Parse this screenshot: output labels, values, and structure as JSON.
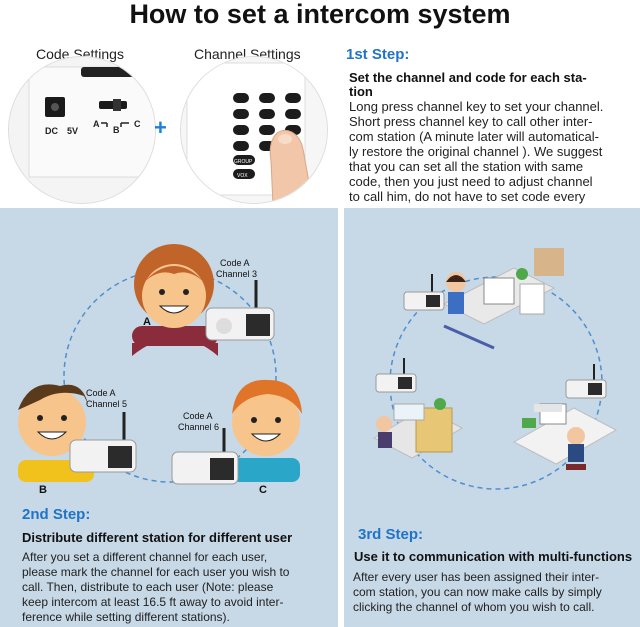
{
  "title": "How to set a intercom system",
  "top": {
    "code_label": "Code Settings",
    "channel_label": "Channel Settings",
    "switch_labels": {
      "dc": "DC",
      "v": "5V",
      "a": "A",
      "b": "B",
      "c": "C"
    },
    "key_labels": {
      "group": "GROUP",
      "vox": "VOX"
    }
  },
  "step1": {
    "heading": "1st Step:",
    "subtitle_1": "Set the channel and code for each sta-",
    "subtitle_2": "tion",
    "lines": [
      "Long press channel key to set your channel.",
      "Short press channel key to call other inter-",
      "com station (A minute later will automatical-",
      "ly restore the original channel ). We suggest",
      "that you can set all the station with same",
      "code, then you just need to adjust channel",
      "to call him, do not have to set code every"
    ]
  },
  "step2": {
    "heading": "2nd Step:",
    "subtitle": "Distribute different station for different user",
    "lines": [
      "After you set a different channel for each user,",
      "please mark the channel for each user you wish to",
      "call. Then, distribute to each user (Note: please",
      "keep intercom at least 16.5 ft away to avoid inter-",
      "ference while setting  different stations)."
    ],
    "users": [
      {
        "letter": "A",
        "code": "Code A",
        "channel": "Channel 3"
      },
      {
        "letter": "B",
        "code": "Code A",
        "channel": "Channel 5"
      },
      {
        "letter": "C",
        "code": "Code A",
        "channel": "Channel 6"
      }
    ]
  },
  "step3": {
    "heading": "3rd Step:",
    "subtitle": "Use it to communication with multi-functions",
    "lines": [
      "After every user has been assigned their inter-",
      "com station, you can now make calls by simply",
      "clicking the channel of whom you wish to call."
    ]
  },
  "colors": {
    "accent": "#1f74c9",
    "panel": "#c7d8e6",
    "skin": "#f7c48c",
    "hair_a": "#c1642a",
    "shirt_a": "#8a2c3c",
    "shirt_b": "#f2c21c",
    "shirt_c": "#2aa6c8"
  }
}
